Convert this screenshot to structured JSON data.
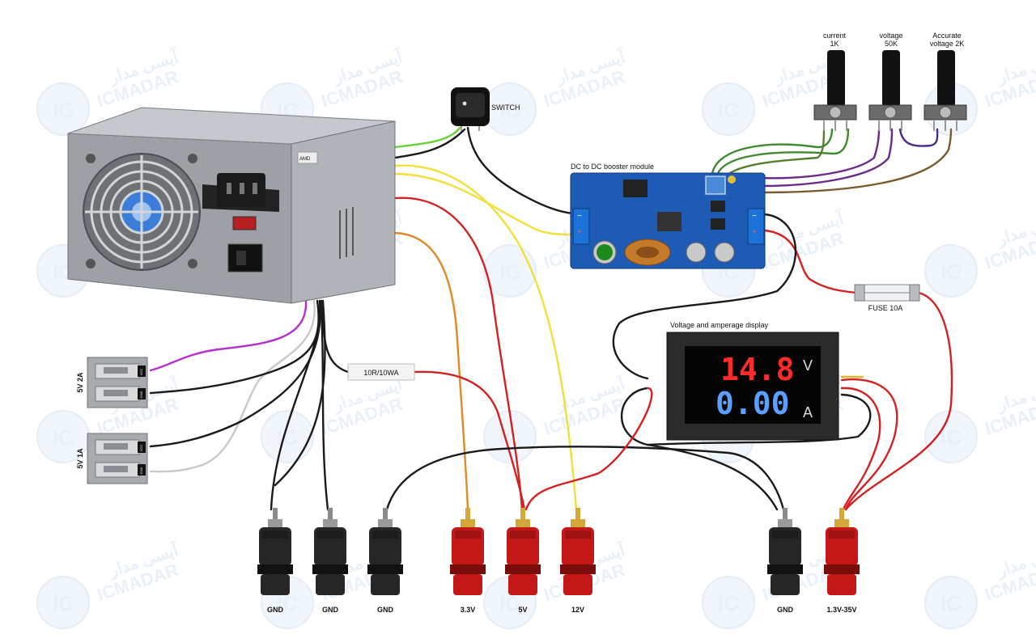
{
  "labels": {
    "switch": "SWITCH",
    "booster": "DC to DC booster module",
    "pot_current": "current",
    "pot_current_val": "1K",
    "pot_voltage": "voltage",
    "pot_voltage_val": "50K",
    "pot_accurate": "Accurate",
    "pot_accurate_val": "voltage 2K",
    "fuse": "FUSE 10A",
    "display": "Voltage and amperage display",
    "resistor": "10R/10WA",
    "usb1": "5V 2A",
    "usb2": "5V 1A",
    "display_v_unit": "V",
    "display_a_unit": "A"
  },
  "display": {
    "voltage": "14.8",
    "current": "0.00"
  },
  "terminals": [
    "GND",
    "GND",
    "GND",
    "3.3V",
    "5V",
    "12V",
    "GND",
    "1.3V-35V"
  ],
  "usb_pins": {
    "vcc": "VCC",
    "gnd": "GND"
  },
  "psu_badge": "AMD",
  "watermark": {
    "brand": "ICMADAR",
    "logo": "IC",
    "persian": "آیسی مدار"
  },
  "colors": {
    "red": "#d42020",
    "black": "#1a1a1a",
    "yellow": "#f2df3a",
    "orange": "#e08a25",
    "green": "#6bd038",
    "purple": "#b52dd0",
    "gray": "#c9c9c9",
    "board": "#1d5bb5",
    "seg_red": "#ff2a2a",
    "seg_blue": "#5aa0ff"
  }
}
